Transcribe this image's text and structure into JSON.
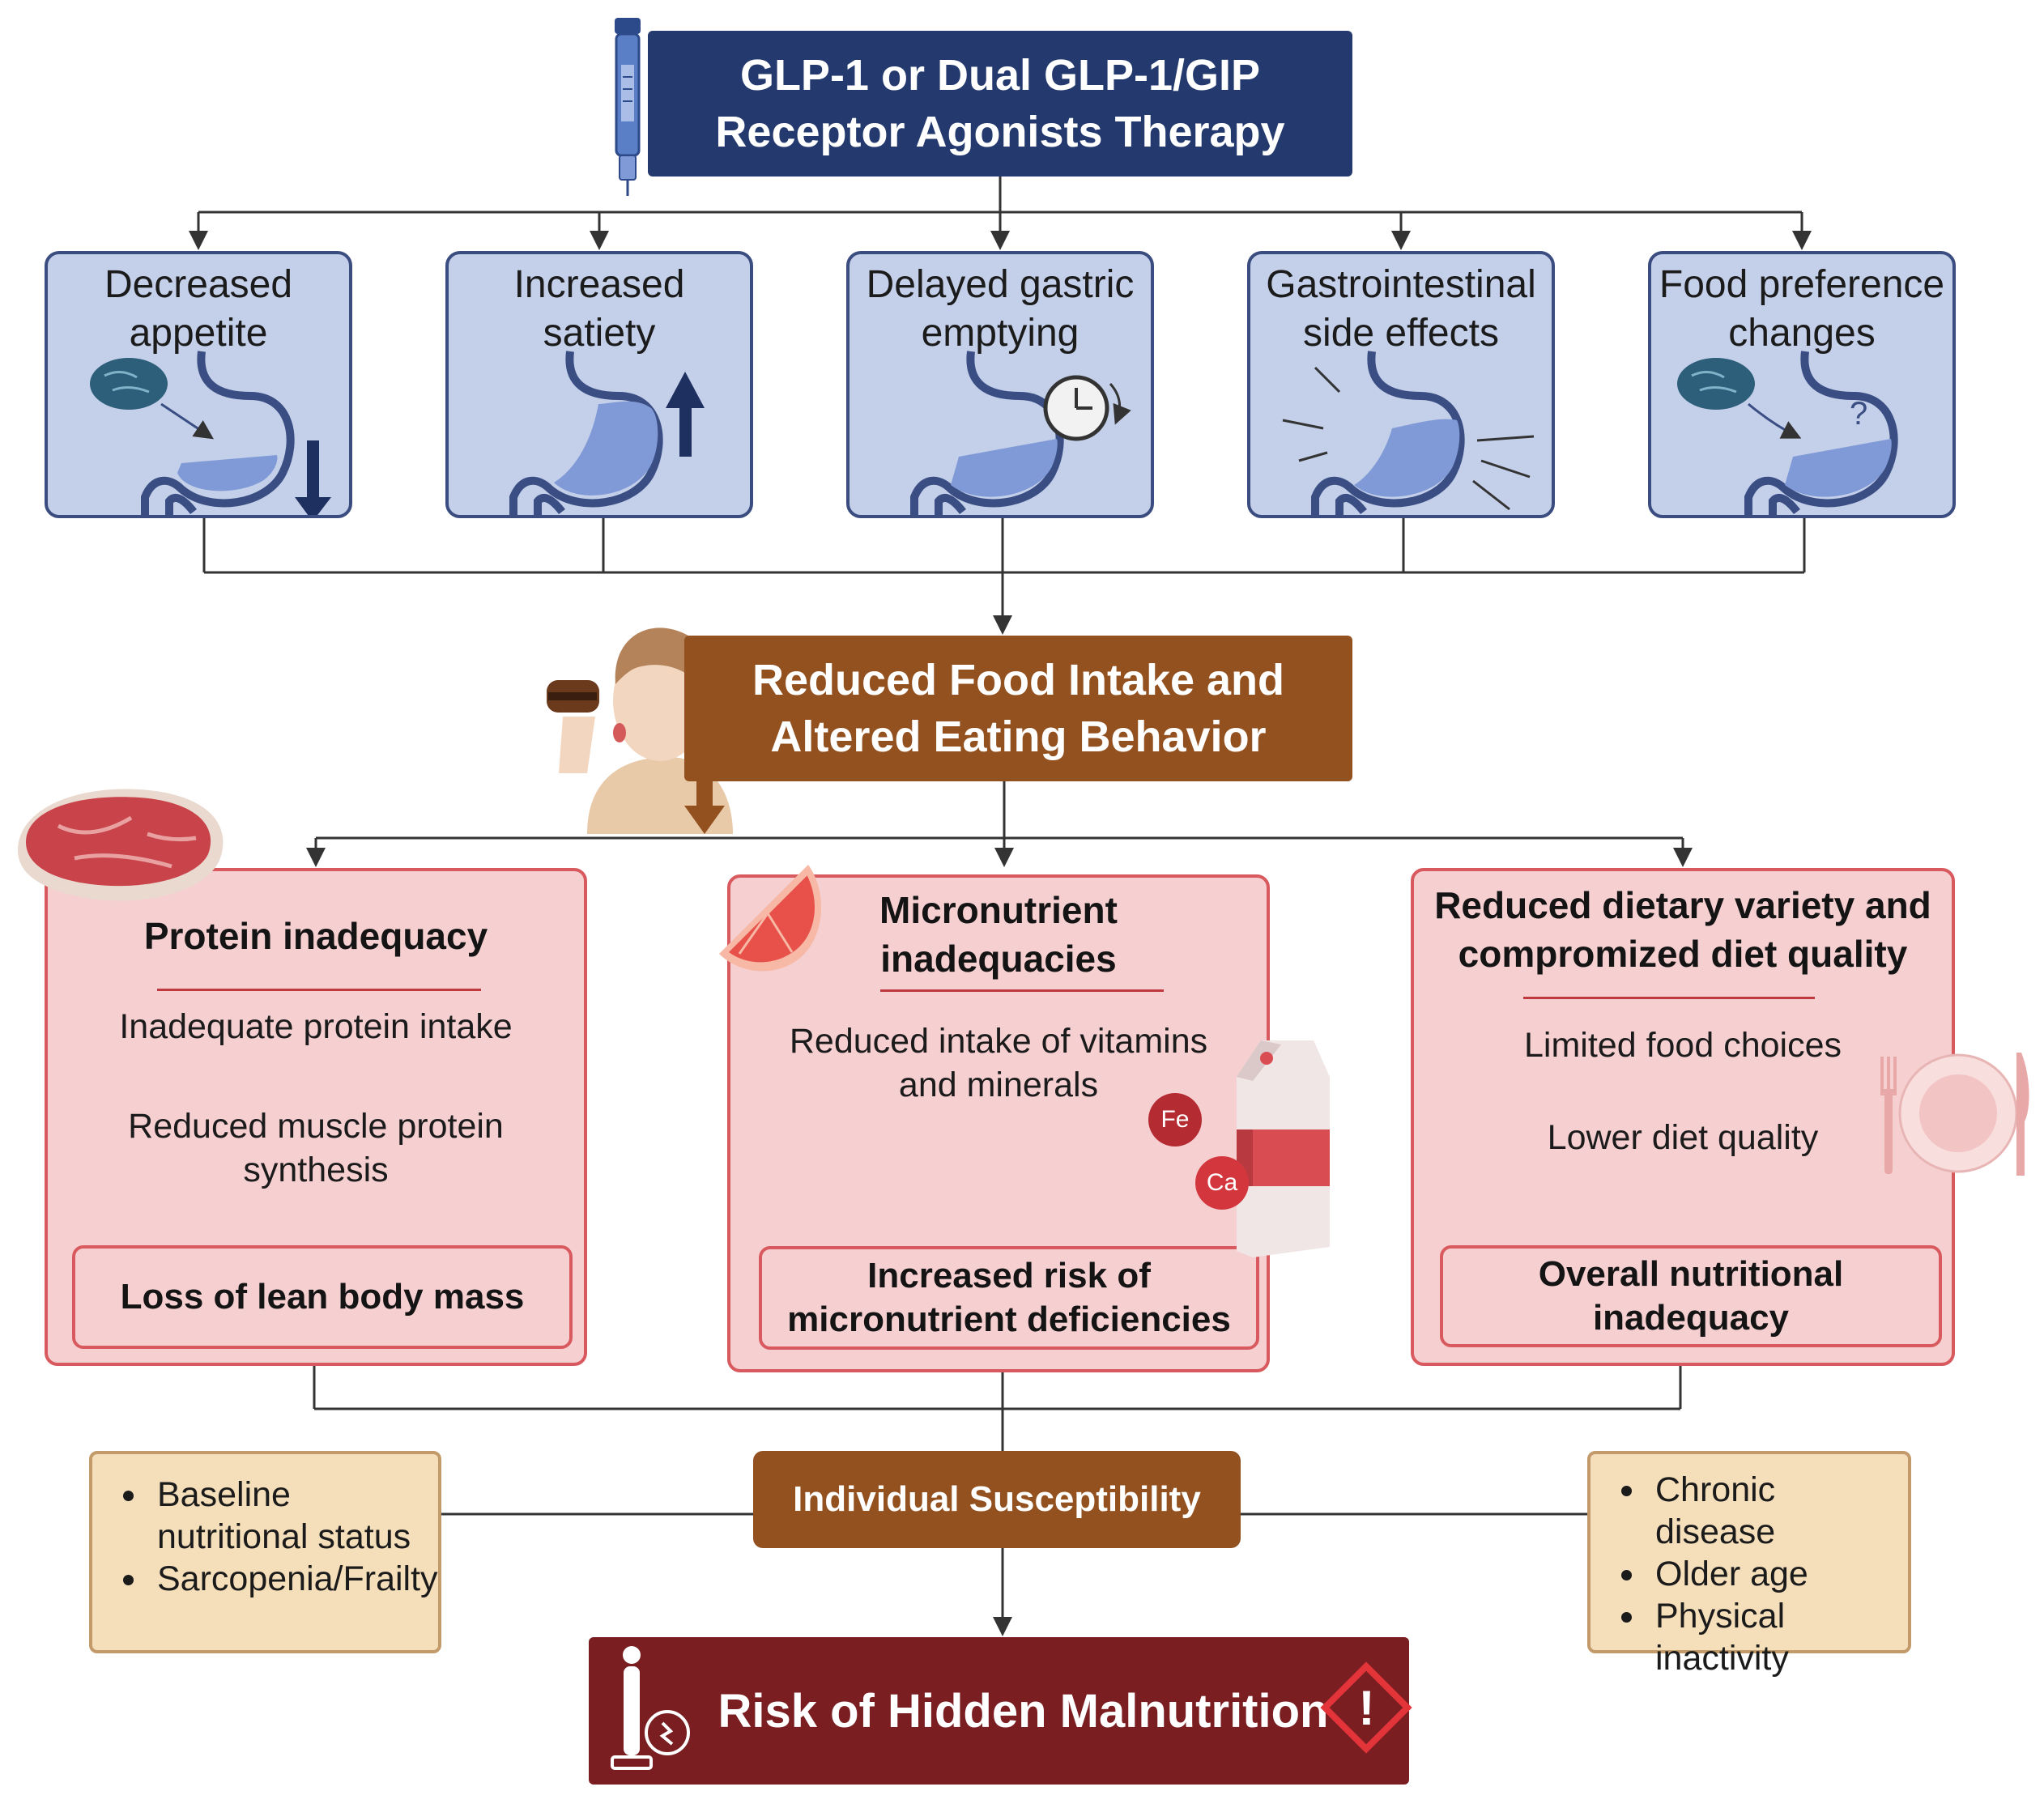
{
  "header": {
    "title_line1": "GLP-1 or Dual GLP-1/GIP",
    "title_line2": "Receptor Agonists Therapy"
  },
  "mechanisms": [
    {
      "line1": "Decreased",
      "line2": "appetite"
    },
    {
      "line1": "Increased",
      "line2": "satiety"
    },
    {
      "line1": "Delayed gastric",
      "line2": "emptying"
    },
    {
      "line1": "Gastrointestinal",
      "line2": "side effects"
    },
    {
      "line1": "Food preference",
      "line2": "changes"
    }
  ],
  "food_intake": {
    "line1": "Reduced Food Intake and",
    "line2": "Altered Eating Behavior"
  },
  "panels": {
    "protein": {
      "title": "Protein inadequacy",
      "step1": "Inadequate protein intake",
      "step2_line1": "Reduced muscle protein",
      "step2_line2": "synthesis",
      "result": "Loss of lean body mass"
    },
    "micronutrient": {
      "title_line1": "Micronutrient",
      "title_line2": "inadequacies",
      "step1_line1": "Reduced intake of vitamins",
      "step1_line2": "and minerals",
      "fe": "Fe",
      "ca": "Ca",
      "result_line1": "Increased risk of",
      "result_line2": "micronutrient deficiencies"
    },
    "diet": {
      "title_line1": "Reduced dietary variety and",
      "title_line2": "compromized diet quality",
      "step1": "Limited food choices",
      "step2": "Lower diet quality",
      "result_line1": "Overall nutritional",
      "result_line2": "inadequacy"
    }
  },
  "susceptibility": {
    "label": "Individual Susceptibility",
    "left_items": [
      "Baseline nutritional status",
      "Sarcopenia/Frailty"
    ],
    "right_items": [
      "Chronic disease",
      "Older age",
      "Physical inactivity"
    ]
  },
  "risk": {
    "label": "Risk of Hidden Malnutrition",
    "warning": "!"
  },
  "colors": {
    "navy": "#243a6e",
    "brown": "#93511f",
    "maroon": "#7a1e22",
    "mechanism_fill": "#c4cfe9",
    "panel_fill": "#f6cfd1",
    "panel_border": "#d85a5e",
    "side_fill": "#f5deba"
  }
}
